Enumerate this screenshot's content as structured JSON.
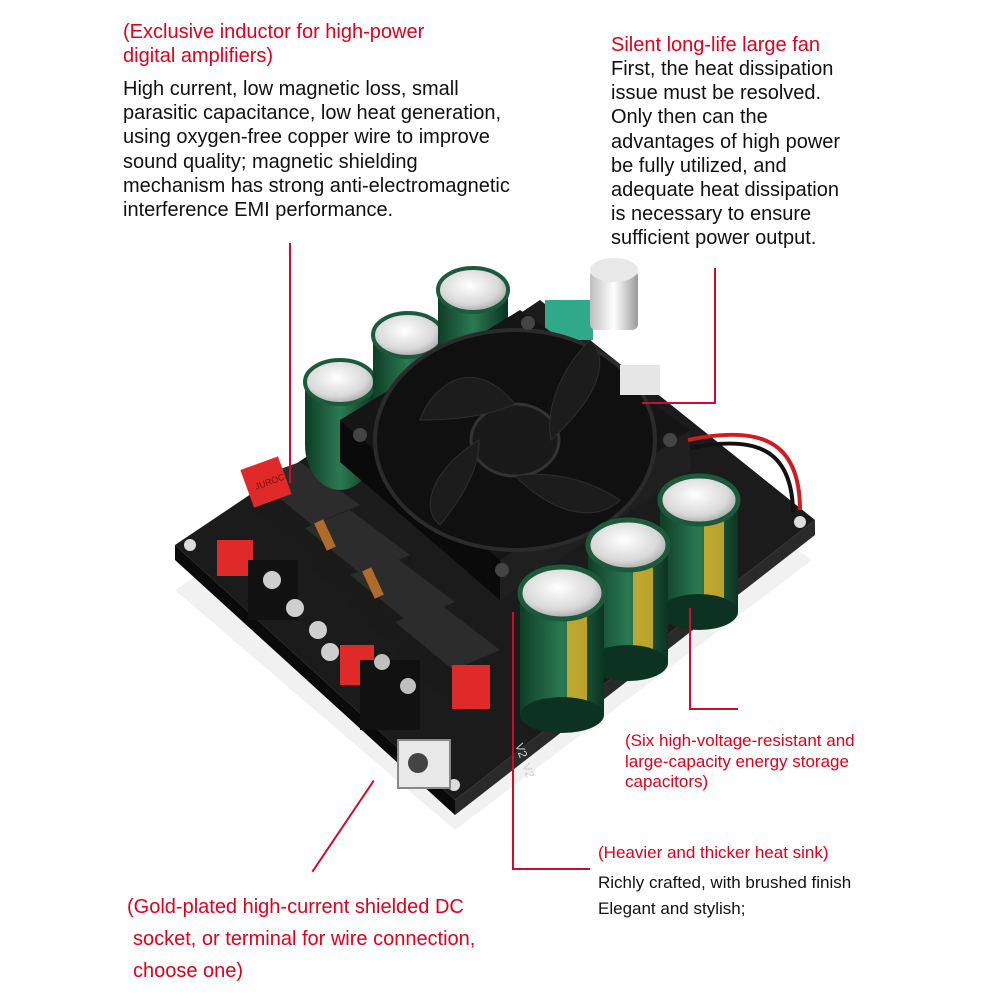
{
  "annotations": {
    "inductor": {
      "title_lines": [
        "(Exclusive inductor for high-power",
        "digital amplifiers)"
      ],
      "body_lines": [
        "High current, low magnetic loss, small",
        "parasitic capacitance, low heat generation,",
        "using oxygen-free copper wire to improve",
        "sound quality; magnetic shielding",
        "mechanism has strong anti-electromagnetic",
        "interference EMI performance."
      ]
    },
    "fan": {
      "title": "Silent long-life large fan",
      "body_lines": [
        "First, the heat dissipation",
        "issue must be resolved.",
        "Only then can the",
        "advantages of high power",
        "be fully utilized, and",
        "adequate heat dissipation",
        "is necessary to ensure",
        "sufficient power output."
      ]
    },
    "capacitors": {
      "title_lines": [
        "(Six high-voltage-resistant and",
        "large-capacity energy storage",
        "capacitors)"
      ]
    },
    "heatsink": {
      "title": "(Heavier and thicker heat sink)",
      "body_lines": [
        "Richly crafted, with brushed finish",
        "Elegant and stylish;"
      ]
    },
    "dc_socket": {
      "title_lines": [
        "(Gold-plated high-current shielded DC",
        "socket, or terminal for wire connection,",
        "choose one)"
      ]
    }
  },
  "board": {
    "inductor_brand": "JUROC",
    "silkscreen": [
      "V2",
      "V2"
    ]
  },
  "colors": {
    "accent_red": "#e0001a",
    "leader_line": "#c8102e",
    "text": "#111111",
    "pcb": "#141414",
    "capacitor_green": "#1d5a3c",
    "capacitor_gold": "#d7b22a",
    "terminal_red": "#e02a2a"
  }
}
